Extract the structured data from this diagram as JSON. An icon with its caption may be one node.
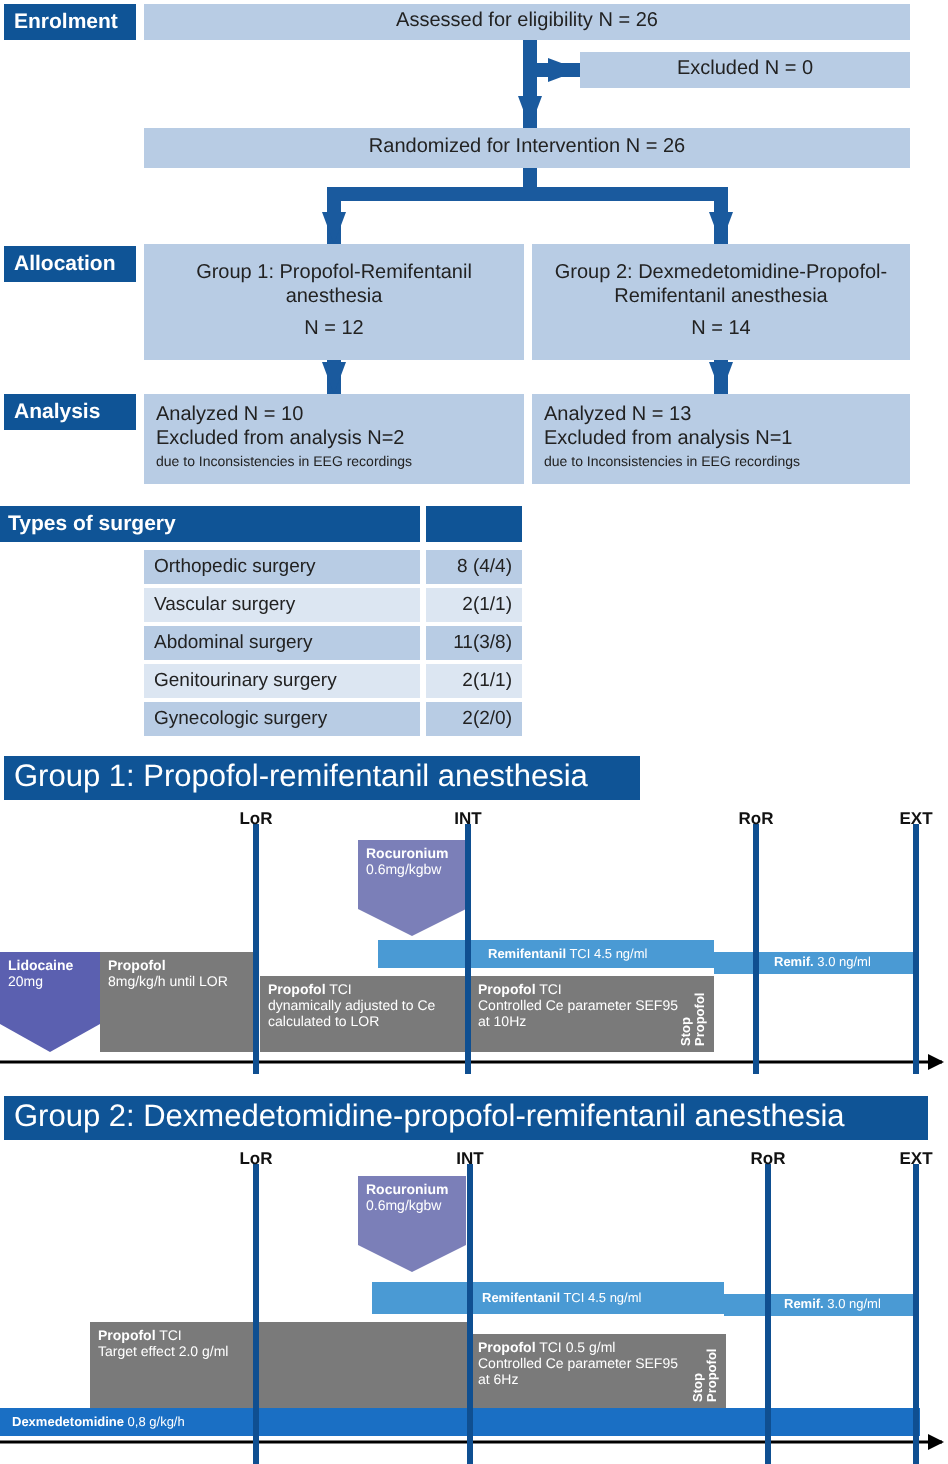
{
  "diagram": {
    "nodes": [
      {
        "text": [
          "Enrolment"
        ]
      },
      {
        "text": [
          "Assessed for eligibility N = 26"
        ]
      },
      {
        "text": [
          "Excluded N = 0"
        ]
      },
      {
        "text": [
          "Randomized for Intervention N = 26"
        ]
      },
      {
        "text": [
          "Allocation"
        ]
      },
      {
        "text": [
          "Group 1: Propofol-Remifentanil anesthesia",
          "N = 12"
        ]
      },
      {
        "text": [
          "Group 2: Dexmedetomidine-Propofol-Remifentanil anesthesia",
          "N = 14"
        ]
      },
      {
        "text": [
          "Analysis"
        ]
      },
      {
        "text": [
          "Analyzed N = 10",
          "Excluded from analysis N=2",
          "due to Inconsistencies in EEG recordings"
        ]
      },
      {
        "text": [
          "Analyzed N = 13",
          "Excluded from analysis N=1",
          "due to Inconsistencies in EEG recordings"
        ]
      },
      {
        "text": [
          "Group 1: Propofol-remifentanil anesthesia"
        ]
      },
      {
        "text": [
          "Rocuronium",
          "0.6mg/kgbw"
        ]
      },
      {
        "text": [
          "**Remifentanil** TCI 4.5 ng/ml"
        ]
      },
      {
        "text": [
          "**Remif.** 3.0 ng/ml"
        ]
      },
      {
        "text": [
          "Lidocaine",
          "20mg"
        ]
      },
      {
        "text": [
          "Propofol",
          "8mg/kg/h until LOR"
        ]
      },
      {
        "text": [
          "**Propofol** TCI",
          "dynamically adjusted to Ce calculated to LOR"
        ]
      },
      {
        "text": [
          "**Propofol** TCI",
          "Controlled Ce parameter SEF95 at 10Hz",
          "Stop Propofol"
        ]
      },
      {
        "text": [
          "Group 2: Dexmedetomidine-propofol-remifentanil anesthesia"
        ]
      },
      {
        "text": [
          "Rocuronium",
          "0.6mg/kgbw"
        ]
      },
      {
        "text": [
          "**Remifentanil** TCI 4.5 ng/ml"
        ]
      },
      {
        "text": [
          "**Remif.** 3.0 ng/ml"
        ]
      },
      {
        "text": [
          "**Propofol** TCI",
          "Target effect 2.0 g/ml"
        ]
      },
      {
        "text": [
          "**Propofol** TCI 0.5 g/ml",
          "Controlled Ce parameter SEF95 at 6Hz",
          "Stop Propofol"
        ]
      },
      {
        "text": [
          "**Dexmedetomidine** 0,8 g/kg/h"
        ]
      }
    ],
    "edges": [
      {
        "from": 1,
        "to": 3,
        "arrow": "to"
      },
      {
        "from": 1,
        "to": 2,
        "arrow": "to"
      },
      {
        "from": 3,
        "to": 5,
        "arrow": "to"
      },
      {
        "from": 3,
        "to": 6,
        "arrow": "to"
      },
      {
        "from": 5,
        "to": 8,
        "arrow": "to"
      },
      {
        "from": 6,
        "to": 9,
        "arrow": "to"
      }
    ],
    "labels": [
      "Types of surgery",
      "Orthopedic surgery",
      "8 (4/4)",
      "Vascular surgery",
      "2(1/1)",
      "Abdominal surgery",
      "11(3/8)",
      "Genitourinary surgery",
      "2(1/1)",
      "Gynecologic surgery",
      "2(2/0)",
      "LoR",
      "INT",
      "RoR",
      "EXT",
      "LoR",
      "INT",
      "RoR",
      "EXT"
    ]
  }
}
